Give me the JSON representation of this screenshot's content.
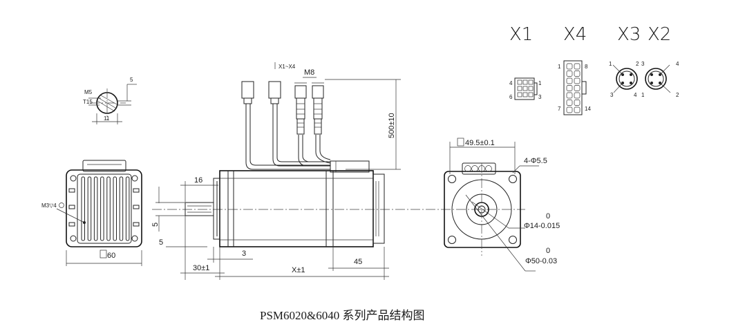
{
  "caption": "PSM6020&6040 系列产品结构图",
  "connector_labels": {
    "x1": "X1",
    "x4": "X4",
    "x3": "X3",
    "x2": "X2"
  },
  "shaft_detail": {
    "thread": "M5",
    "torx": "T15",
    "dim_5": "5",
    "dim_11": "11"
  },
  "rear_view": {
    "thread_note": "M3▽4",
    "square": "60"
  },
  "side_view": {
    "cable_note": "X1~X4",
    "m8": "M8",
    "cable_length": "500±10",
    "dim_16": "16",
    "dim_5v": "5",
    "dim_5h": "5",
    "dim_3": "3",
    "dim_30": "30±1",
    "dim_x": "X±1",
    "dim_45": "45"
  },
  "front_view": {
    "square": "49.5±0.1",
    "holes": "4-Φ5.5",
    "shaft_dia": "Φ14-0.015",
    "shaft_tol_upper": "0",
    "pilot_dia": "Φ50-0.03",
    "pilot_tol_upper": "0"
  },
  "x1_pins": {
    "p4": "4",
    "p1": "1",
    "p6": "6",
    "p3": "3"
  },
  "x4_pins": {
    "p1": "1",
    "p8": "8",
    "p7": "7",
    "p14": "14"
  },
  "x3_pins": {
    "p1": "1",
    "p2": "2",
    "p3": "3",
    "p4": "4"
  },
  "x2_pins": {
    "p3": "3",
    "p4": "4",
    "p1": "1",
    "p2": "2"
  }
}
